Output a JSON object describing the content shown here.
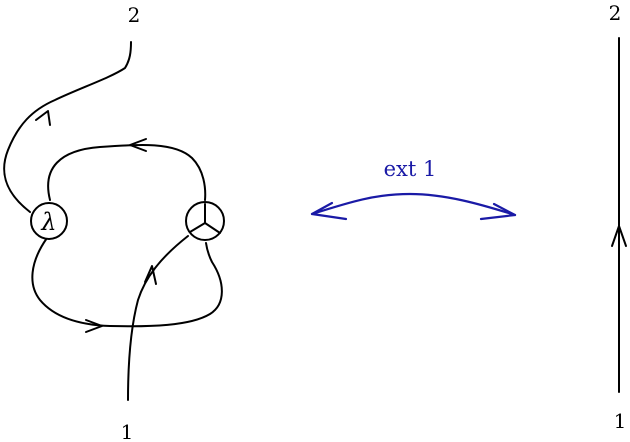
{
  "left_diagram": {
    "top_endpoint_label": "2",
    "bottom_endpoint_label": "1",
    "vertex_left_label": "λ"
  },
  "relation": {
    "label": "ext 1",
    "color": "#1a1aa6"
  },
  "right_diagram": {
    "top_endpoint_label": "2",
    "bottom_endpoint_label": "1"
  }
}
